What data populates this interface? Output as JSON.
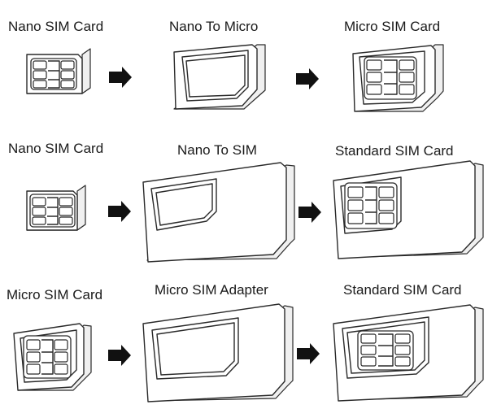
{
  "rows": [
    {
      "source_label": "Nano SIM Card",
      "adapter_label": "Nano To Micro",
      "result_label": "Micro SIM Card"
    },
    {
      "source_label": "Nano SIM Card",
      "adapter_label": "Nano To SIM",
      "result_label": "Standard SIM Card"
    },
    {
      "source_label": "Micro SIM Card",
      "adapter_label": "Micro SIM Adapter",
      "result_label": "Standard SIM Card"
    }
  ]
}
